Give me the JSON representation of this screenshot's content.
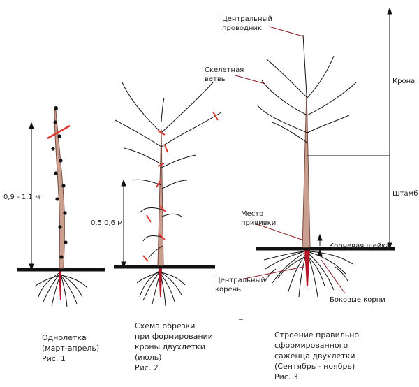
{
  "figures": [
    {
      "id": "fig1",
      "measure": "0,9 - 1,1 м",
      "caption_lines": [
        "Однолетка",
        "(март-апрель)",
        "Рис. 1"
      ]
    },
    {
      "id": "fig2",
      "measure": "0,5 0,6 м",
      "caption_lines": [
        "Схема обрезки",
        "при формировании",
        "кроны двухлетки",
        "(июль)",
        "Рис. 2"
      ]
    },
    {
      "id": "fig3",
      "labels": {
        "central_leader": [
          "Центральный",
          "проводник"
        ],
        "skeletal_branch": [
          "Скелетная",
          "ветвь"
        ],
        "graft_site": [
          "Место",
          "прививки"
        ],
        "root_collar": "Корневая шейка",
        "central_root": [
          "Центральный",
          "корень"
        ],
        "lateral_roots": "Боковые корни",
        "crown": "Крона",
        "trunk": "Штамб"
      },
      "caption_lines": [
        "Строение правильно",
        "сформированного",
        "саженца двухлетки",
        "(Сентябрь - ноябрь)",
        "Рис. 3"
      ]
    }
  ],
  "colors": {
    "trunk": "#c9a08f",
    "trunk_outline": "#7a4a3f",
    "root": "#b5162a",
    "line": "#111111",
    "cut": "#e0352b",
    "annotation": "#8b1a24"
  }
}
